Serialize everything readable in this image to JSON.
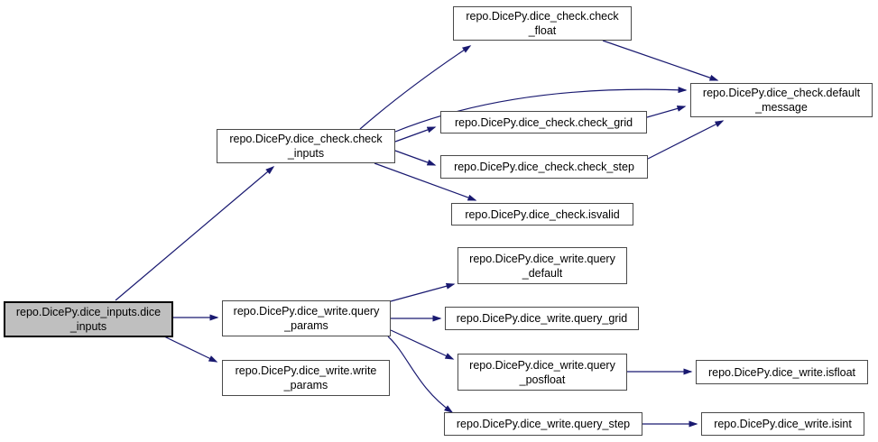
{
  "diagram": {
    "type": "call-graph",
    "colors": {
      "background": "#ffffff",
      "edge": "#191970",
      "node_border": "#4a4a4a",
      "node_fill": "#ffffff",
      "highlight_node_fill": "#bfbfbf",
      "highlight_node_border": "#000000",
      "text": "#000000"
    },
    "nodes": {
      "dice_inputs": {
        "label": "repo.DicePy.dice_inputs.dice_inputs",
        "lines": [
          "repo.DicePy.dice_inputs.dice",
          "_inputs"
        ],
        "highlighted": true
      },
      "check_inputs": {
        "label": "repo.DicePy.dice_check.check_inputs",
        "lines": [
          "repo.DicePy.dice_check.check",
          "_inputs"
        ],
        "highlighted": false
      },
      "check_float": {
        "label": "repo.DicePy.dice_check.check_float",
        "lines": [
          "repo.DicePy.dice_check.check",
          "_float"
        ],
        "highlighted": false
      },
      "default_message": {
        "label": "repo.DicePy.dice_check.default_message",
        "lines": [
          "repo.DicePy.dice_check.default",
          "_message"
        ],
        "highlighted": false
      },
      "check_grid": {
        "label": "repo.DicePy.dice_check.check_grid",
        "lines": [
          "repo.DicePy.dice_check.check_grid"
        ],
        "highlighted": false
      },
      "check_step": {
        "label": "repo.DicePy.dice_check.check_step",
        "lines": [
          "repo.DicePy.dice_check.check_step"
        ],
        "highlighted": false
      },
      "isvalid": {
        "label": "repo.DicePy.dice_check.isvalid",
        "lines": [
          "repo.DicePy.dice_check.isvalid"
        ],
        "highlighted": false
      },
      "query_params": {
        "label": "repo.DicePy.dice_write.query_params",
        "lines": [
          "repo.DicePy.dice_write.query",
          "_params"
        ],
        "highlighted": false
      },
      "write_params": {
        "label": "repo.DicePy.dice_write.write_params",
        "lines": [
          "repo.DicePy.dice_write.write",
          "_params"
        ],
        "highlighted": false
      },
      "query_default": {
        "label": "repo.DicePy.dice_write.query_default",
        "lines": [
          "repo.DicePy.dice_write.query",
          "_default"
        ],
        "highlighted": false
      },
      "query_grid": {
        "label": "repo.DicePy.dice_write.query_grid",
        "lines": [
          "repo.DicePy.dice_write.query_grid"
        ],
        "highlighted": false
      },
      "query_posfloat": {
        "label": "repo.DicePy.dice_write.query_posfloat",
        "lines": [
          "repo.DicePy.dice_write.query",
          "_posfloat"
        ],
        "highlighted": false
      },
      "query_step": {
        "label": "repo.DicePy.dice_write.query_step",
        "lines": [
          "repo.DicePy.dice_write.query_step"
        ],
        "highlighted": false
      },
      "isfloat": {
        "label": "repo.DicePy.dice_write.isfloat",
        "lines": [
          "repo.DicePy.dice_write.isfloat"
        ],
        "highlighted": false
      },
      "isint": {
        "label": "repo.DicePy.dice_write.isint",
        "lines": [
          "repo.DicePy.dice_write.isint"
        ],
        "highlighted": false
      }
    },
    "edges": [
      {
        "from": "dice_inputs",
        "to": "check_inputs"
      },
      {
        "from": "dice_inputs",
        "to": "query_params"
      },
      {
        "from": "dice_inputs",
        "to": "write_params"
      },
      {
        "from": "check_inputs",
        "to": "check_float"
      },
      {
        "from": "check_inputs",
        "to": "default_message"
      },
      {
        "from": "check_inputs",
        "to": "check_grid"
      },
      {
        "from": "check_inputs",
        "to": "check_step"
      },
      {
        "from": "check_inputs",
        "to": "isvalid"
      },
      {
        "from": "check_float",
        "to": "default_message"
      },
      {
        "from": "check_grid",
        "to": "default_message"
      },
      {
        "from": "check_step",
        "to": "default_message"
      },
      {
        "from": "query_params",
        "to": "query_default"
      },
      {
        "from": "query_params",
        "to": "query_grid"
      },
      {
        "from": "query_params",
        "to": "query_posfloat"
      },
      {
        "from": "query_params",
        "to": "query_step"
      },
      {
        "from": "query_posfloat",
        "to": "isfloat"
      },
      {
        "from": "query_step",
        "to": "isint"
      }
    ]
  }
}
